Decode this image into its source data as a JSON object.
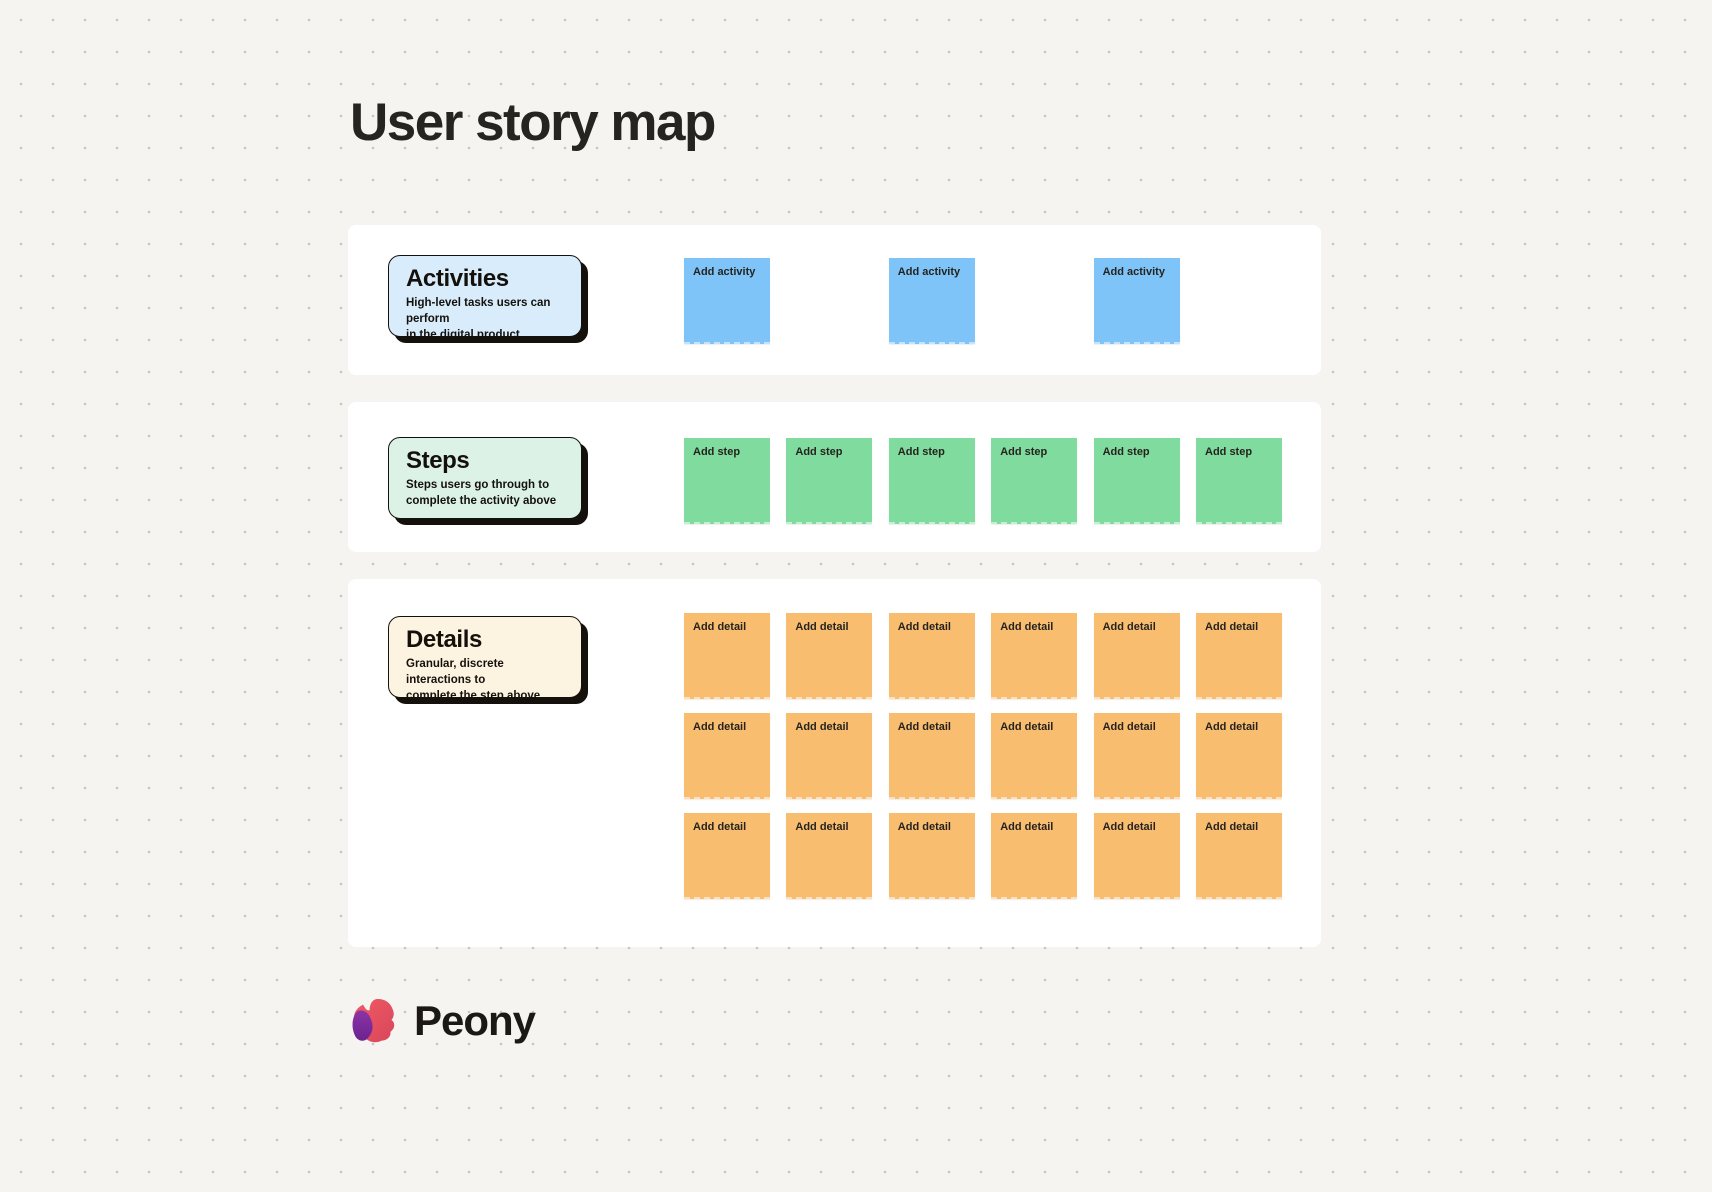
{
  "page": {
    "title": "User story map"
  },
  "colors": {
    "canvas_background": "#f5f4f1",
    "dot_grid": "#c9c6c1",
    "lane_background": "#ffffff",
    "ink": "#14110c",
    "activity_sticky": "#7ec4f8",
    "step_sticky": "#7fdc9e",
    "detail_sticky": "#f9bd70",
    "activities_card_bg": "#d9ecfb",
    "steps_card_bg": "#dcf2e7",
    "details_card_bg": "#fdf3e1",
    "brand_purple": "#7c2d92",
    "brand_red": "#e4505e"
  },
  "sections": [
    {
      "id": "activities",
      "card": {
        "title": "Activities",
        "desc_line1": "High-level tasks users can perform",
        "desc_line2": "in the digital product",
        "bg": "#d9ecfb"
      },
      "sticky": {
        "label": "Add activity",
        "color": "#7ec4f8"
      },
      "columns": [
        0,
        2,
        4
      ],
      "row_count": 1
    },
    {
      "id": "steps",
      "card": {
        "title": "Steps",
        "desc_line1": "Steps users go through to",
        "desc_line2": "complete the activity above",
        "bg": "#dcf2e7"
      },
      "sticky": {
        "label": "Add step",
        "color": "#7fdc9e"
      },
      "columns": [
        0,
        1,
        2,
        3,
        4,
        5
      ],
      "row_count": 1
    },
    {
      "id": "details",
      "card": {
        "title": "Details",
        "desc_line1": "Granular, discrete interactions to",
        "desc_line2": "complete the step above",
        "bg": "#fdf3e1"
      },
      "sticky": {
        "label": "Add detail",
        "color": "#f9bd70"
      },
      "columns": [
        0,
        1,
        2,
        3,
        4,
        5
      ],
      "row_count": 3
    }
  ],
  "brand": {
    "name": "Peony"
  }
}
